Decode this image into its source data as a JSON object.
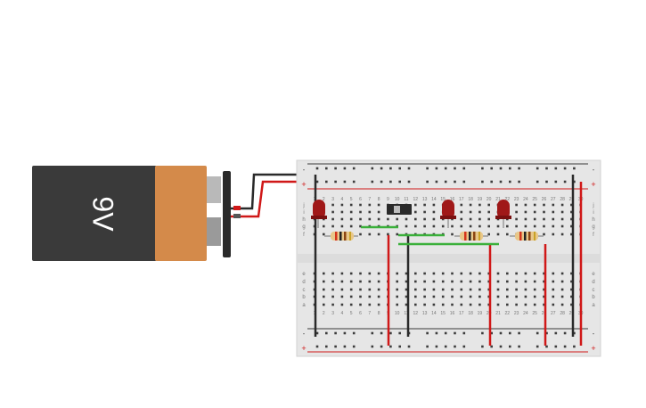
{
  "battery": {
    "label": "9V"
  },
  "breadboard": {
    "col_numbers": [
      "1",
      "2",
      "3",
      "4",
      "5",
      "6",
      "7",
      "8",
      "9",
      "10",
      "11",
      "12",
      "13",
      "14",
      "15",
      "16",
      "17",
      "18",
      "19",
      "20",
      "21",
      "22",
      "23",
      "24",
      "25",
      "26",
      "27",
      "28",
      "29",
      "30"
    ],
    "top_rows": [
      "j",
      "i",
      "h",
      "g",
      "f"
    ],
    "bottom_rows": [
      "e",
      "d",
      "c",
      "b",
      "a"
    ],
    "rail_minus": "-",
    "rail_plus": "+"
  },
  "colors": {
    "battery_body": "#3a3a3a",
    "battery_cap": "#d48a4a",
    "board": "#e6e6e6",
    "wire_red": "#d01818",
    "wire_black": "#2a2a2a",
    "wire_green": "#3ab03a",
    "led": "#a01818"
  }
}
